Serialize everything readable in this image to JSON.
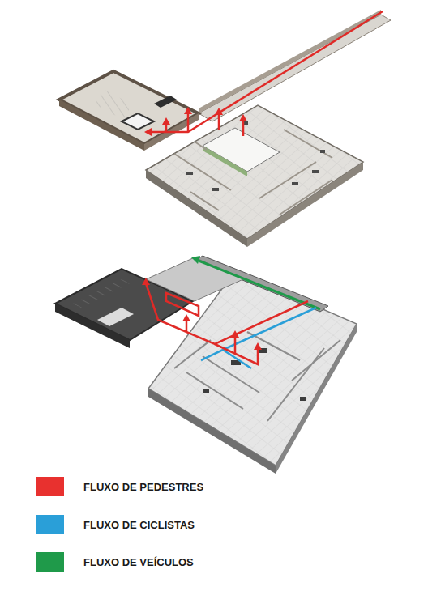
{
  "diagram": {
    "legend": [
      {
        "text": "FLUXO DE PEDESTRES",
        "color": "#e8312f"
      },
      {
        "text": "FLUXO DE CICLISTAS",
        "color": "#2a9fd8"
      },
      {
        "text": "FLUXO DE VEÍCULOS",
        "color": "#1f9a4a"
      }
    ]
  }
}
